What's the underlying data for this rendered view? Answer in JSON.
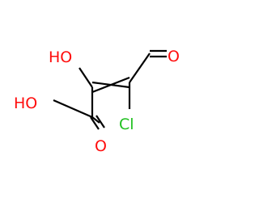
{
  "molecule": {
    "atoms": [
      {
        "id": "o-hydroxyl-enol",
        "text": "HO",
        "color": "#ff0d0d"
      },
      {
        "id": "o-aldehyde",
        "text": "O",
        "color": "#ff0d0d"
      },
      {
        "id": "cl",
        "text": "Cl",
        "color": "#1fc01f"
      },
      {
        "id": "o-hydroxyl-acid",
        "text": "HO",
        "color": "#ff0d0d"
      },
      {
        "id": "o-carbonyl-acid",
        "text": "O",
        "color": "#ff0d0d"
      }
    ],
    "bond_color": "#000000"
  }
}
